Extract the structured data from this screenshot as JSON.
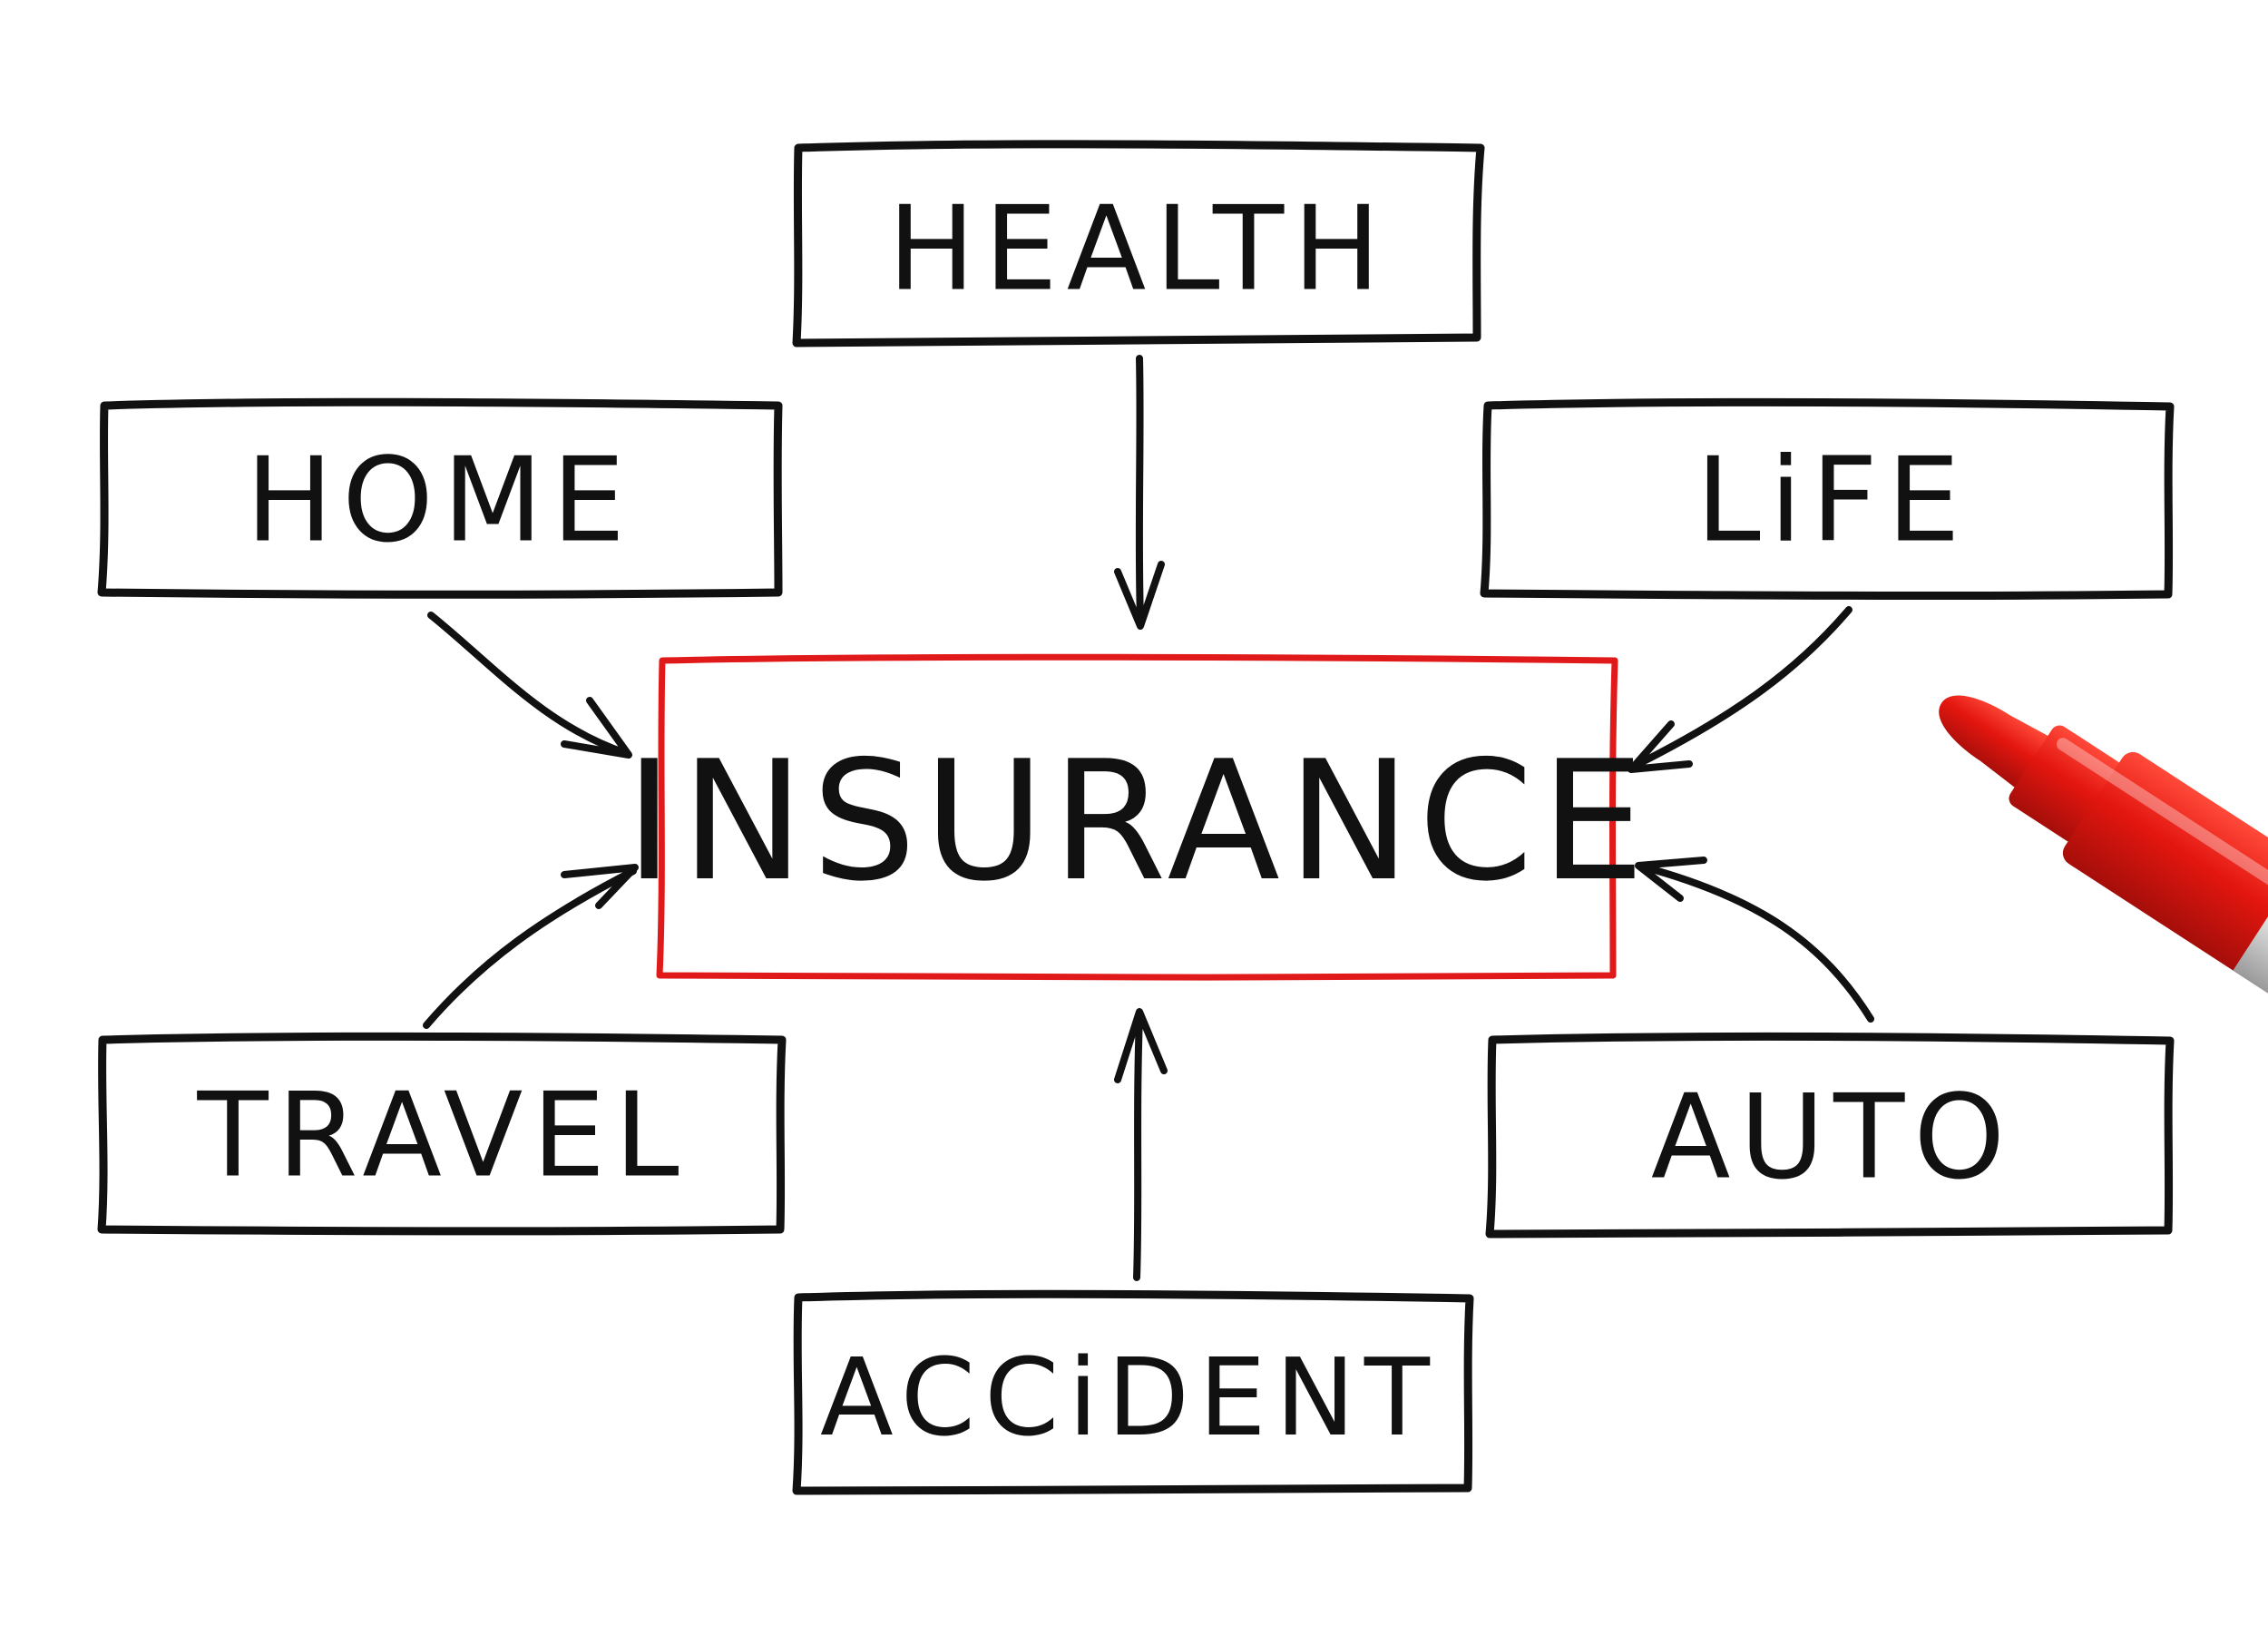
{
  "colors": {
    "ink": "#111111",
    "accent": "#e01a1a",
    "background": "#ffffff"
  },
  "diagram": {
    "center": {
      "label": "INSURANCE"
    },
    "nodes": [
      {
        "id": "health",
        "label": "HEALTH"
      },
      {
        "id": "home",
        "label": "HOME"
      },
      {
        "id": "life",
        "label": "LiFE"
      },
      {
        "id": "travel",
        "label": "TRAVEL"
      },
      {
        "id": "auto",
        "label": "AUTO"
      },
      {
        "id": "accident",
        "label": "ACCiDENT"
      }
    ]
  }
}
